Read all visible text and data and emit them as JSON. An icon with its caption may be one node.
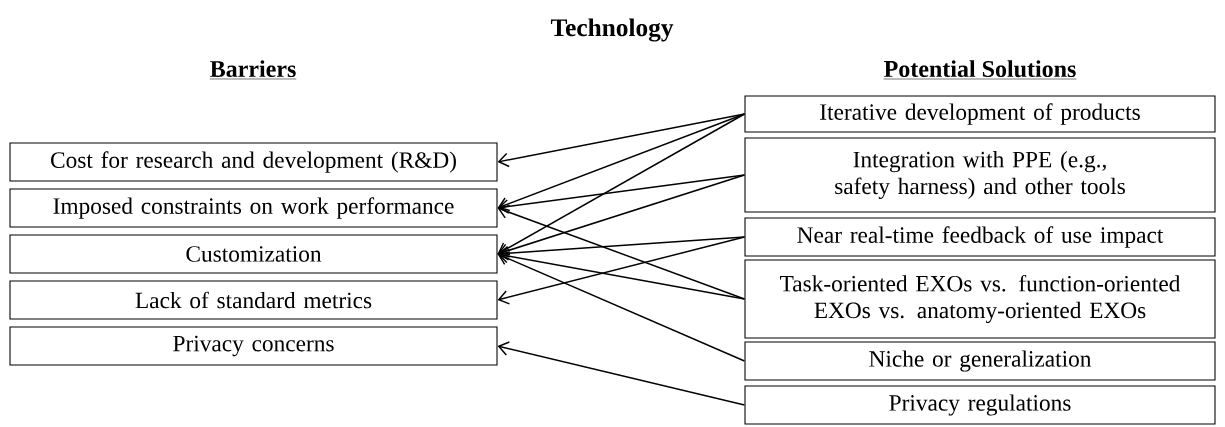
{
  "diagram": {
    "title": "Technology",
    "nodes": [
      {
        "text": [
          "Cost for research and development (R&D)"
        ]
      },
      {
        "text": [
          "Imposed constraints on work performance"
        ]
      },
      {
        "text": [
          "Customization"
        ]
      },
      {
        "text": [
          "Lack of standard metrics"
        ]
      },
      {
        "text": [
          "Privacy concerns"
        ]
      },
      {
        "text": [
          "Iterative development of products"
        ]
      },
      {
        "text": [
          "Integration with PPE (e.g., safety harness) and other tools"
        ]
      },
      {
        "text": [
          "Near real-time feedback of use impact"
        ]
      },
      {
        "text": [
          "Task-oriented EXOs vs. function-oriented EXOs vs. anatomy-oriented EXOs"
        ]
      },
      {
        "text": [
          "Niche or generalization"
        ]
      },
      {
        "text": [
          "Privacy regulations"
        ]
      }
    ],
    "edges": [
      {
        "from": 5,
        "to": 0,
        "arrow": "to"
      },
      {
        "from": 5,
        "to": 1,
        "arrow": "to"
      },
      {
        "from": 5,
        "to": 2,
        "arrow": "to"
      },
      {
        "from": 6,
        "to": 1,
        "arrow": "to"
      },
      {
        "from": 6,
        "to": 2,
        "arrow": "to"
      },
      {
        "from": 7,
        "to": 2,
        "arrow": "to"
      },
      {
        "from": 7,
        "to": 3,
        "arrow": "to"
      },
      {
        "from": 8,
        "to": 1,
        "arrow": "to"
      },
      {
        "from": 8,
        "to": 2,
        "arrow": "to"
      },
      {
        "from": 9,
        "to": 2,
        "arrow": "to"
      },
      {
        "from": 10,
        "to": 4,
        "arrow": "to"
      }
    ],
    "labels": [
      "Barriers",
      "Potential Solutions"
    ]
  }
}
